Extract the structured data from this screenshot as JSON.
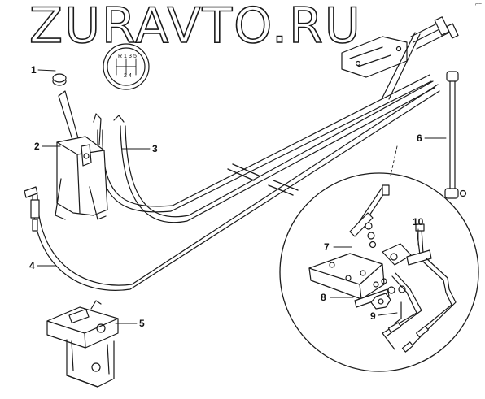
{
  "watermark": "ZURAVTO.RU",
  "corner_mark": "⌐~",
  "shift_pattern": [
    "R",
    "1",
    "3",
    "5",
    "2",
    "4"
  ],
  "callouts": [
    "1",
    "2",
    "3",
    "4",
    "5",
    "6",
    "7",
    "8",
    "9",
    "10"
  ],
  "colors": {
    "line": "#1a1a1a",
    "background": "#ffffff"
  }
}
